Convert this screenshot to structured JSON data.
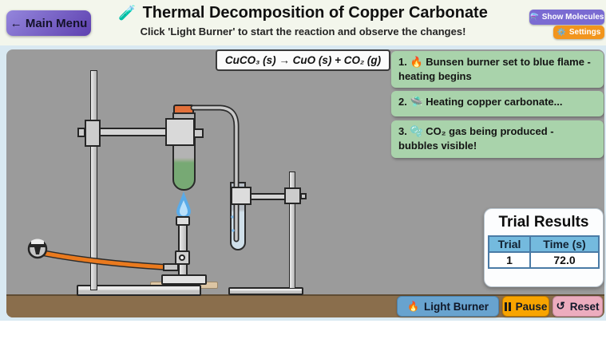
{
  "header": {
    "main_menu_label": "← Main Menu",
    "title_icon": "🧪",
    "title": "Thermal Decomposition of Copper Carbonate",
    "subtitle": "Click 'Light Burner' to start the reaction and observe the changes!",
    "show_molecules_icon": "⚗️",
    "show_molecules_label": "Show Molecules",
    "settings_icon": "⚙️",
    "settings_label": "Settings"
  },
  "equation": "CuCO₃ (s) → CuO (s) + CO₂ (g)",
  "steps": [
    {
      "number": "1.",
      "icon": "🔥",
      "text": "Bunsen burner set to blue flame - heating begins"
    },
    {
      "number": "2.",
      "icon": "🛸",
      "text": "Heating copper carbonate..."
    },
    {
      "number": "3.",
      "icon": "🫧",
      "text": "CO₂ gas being produced - bubbles visible!"
    }
  ],
  "results": {
    "title": "Trial Results",
    "columns": [
      "Trial",
      "Time (s)"
    ],
    "rows": [
      [
        "1",
        "72.0"
      ]
    ]
  },
  "controls": {
    "light_burner_icon": "🔥",
    "light_burner_label": "Light Burner",
    "pause_label": "Pause",
    "reset_icon": "↺",
    "reset_label": "Reset"
  },
  "colors": {
    "step_box_green": "#a9d3ab",
    "canvas_gray": "#9b9b9b",
    "bench_brown": "#8a6e4c",
    "flame_blue": "#5aabe8",
    "copper_carbonate_green": "#77a974",
    "stopper_orange": "#e2703a",
    "hose_orange": "#ea7a1e",
    "light_burner_button": "#68a3cf",
    "pause_button": "#f8a400",
    "reset_button": "#ecacbe",
    "main_menu_purple": "#5e41b0",
    "show_molecules_purple": "#7a6bd2",
    "settings_orange": "#f2951d",
    "table_header_blue": "#74bade"
  }
}
